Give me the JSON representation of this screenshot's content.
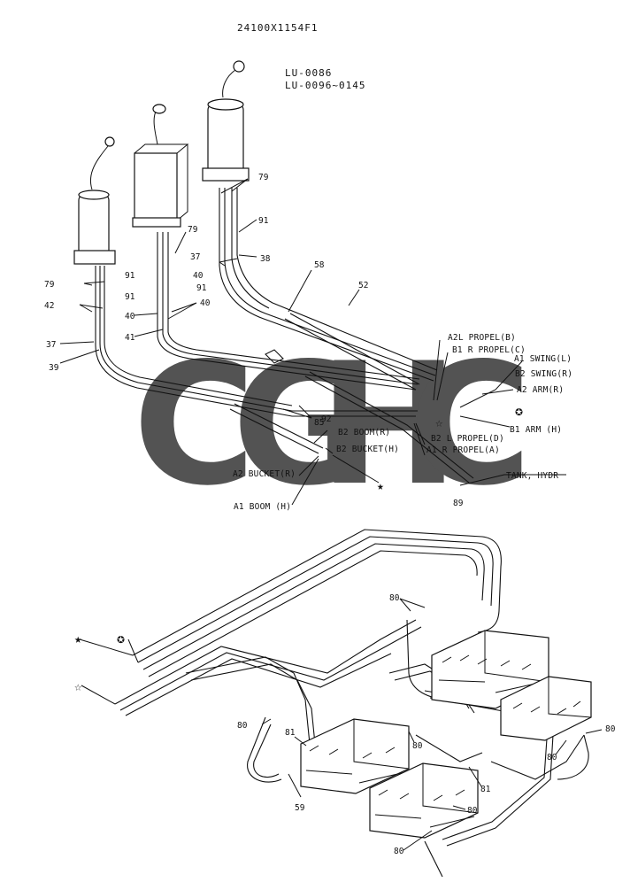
{
  "header": {
    "drawing_number": "24100X1154F1",
    "model_range_1": "LU-0086",
    "model_range_2": "LU-0096~0145"
  },
  "watermark": {
    "letters": [
      "C",
      "G",
      "H",
      "C"
    ],
    "colors": [
      "#4285F4",
      "#EA4335",
      "#FBBC05",
      "#34A853"
    ]
  },
  "callouts": {
    "n79a": "79",
    "n79b": "79",
    "n79c": "79",
    "n91a": "91",
    "n91b": "91",
    "n91c": "91",
    "n91d": "91",
    "n38": "38",
    "n37a": "37",
    "n37b": "37",
    "n40a": "40",
    "n40b": "40",
    "n40c": "40",
    "n58": "58",
    "n52": "52",
    "n42": "42",
    "n41": "41",
    "n39": "39",
    "n85": "85",
    "n92": "92",
    "n89": "89",
    "n80a": "80",
    "n80b": "80",
    "n80c": "80",
    "n80d": "80",
    "n80e": "80",
    "n80f": "80",
    "n80g": "80",
    "n81a": "81",
    "n81b": "81",
    "n59": "59"
  },
  "port_labels": {
    "a2l_propel_b": "A2L PROPEL(B)",
    "b1_r_propel_c": "B1 R PROPEL(C)",
    "a1_swing_l": "A1 SWING(L)",
    "b2_swing_r": "B2 SWING(R)",
    "a2_arm_r": "A2 ARM(R)",
    "b1_arm_h": "B1 ARM (H)",
    "b2_l_propel_d": "B2 L PROPEL(D)",
    "a1_r_propel_a": "A1 R PROPEL(A)",
    "tank_hydr": "TANK, HYDR",
    "b2_boom_r": "B2 BOOM(R)",
    "b2_bucket_h": "B2 BUCKET(H)",
    "a2_bucket_r": "A2 BUCKET(R)",
    "a1_boom_h": "A1 BOOM (H)"
  },
  "symbols": {
    "star_filled": "★",
    "star_outline": "☆",
    "star_circled": "✪"
  }
}
